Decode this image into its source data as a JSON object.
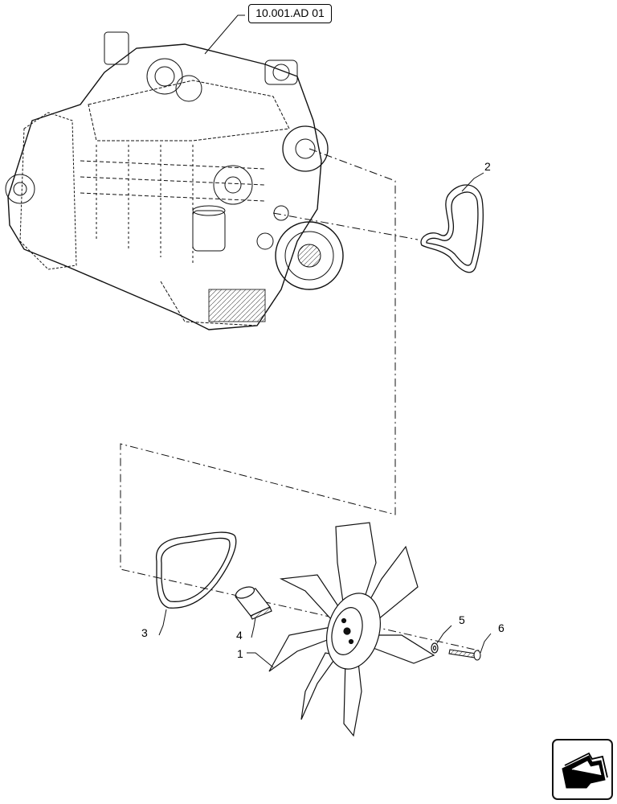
{
  "reference_label": "10.001.AD 01",
  "callouts": {
    "c1": "1",
    "c2": "2",
    "c3": "3",
    "c4": "4",
    "c5": "5",
    "c6": "6"
  },
  "nav_icon": "next-page-arrow-icon"
}
